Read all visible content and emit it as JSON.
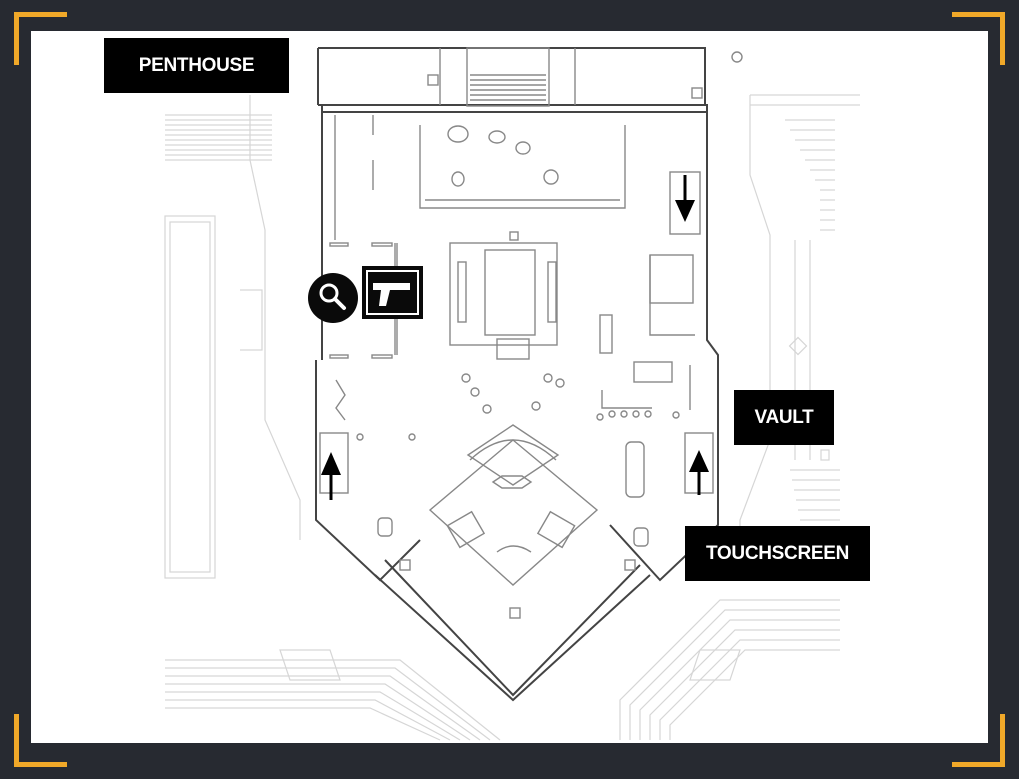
{
  "map": {
    "labels": {
      "penthouse": "PENTHOUSE",
      "vault": "VAULT",
      "touchscreen": "TOUCHSCREEN"
    },
    "icons": [
      "search-icon",
      "pistol-icon",
      "stairs-down-arrow-icon",
      "stairs-up-arrow-icon"
    ],
    "colors": {
      "frame": "#272a31",
      "corner_accent": "#f0a829",
      "label_bg": "#000000",
      "label_text": "#ffffff",
      "map_bg": "#ffffff"
    }
  }
}
